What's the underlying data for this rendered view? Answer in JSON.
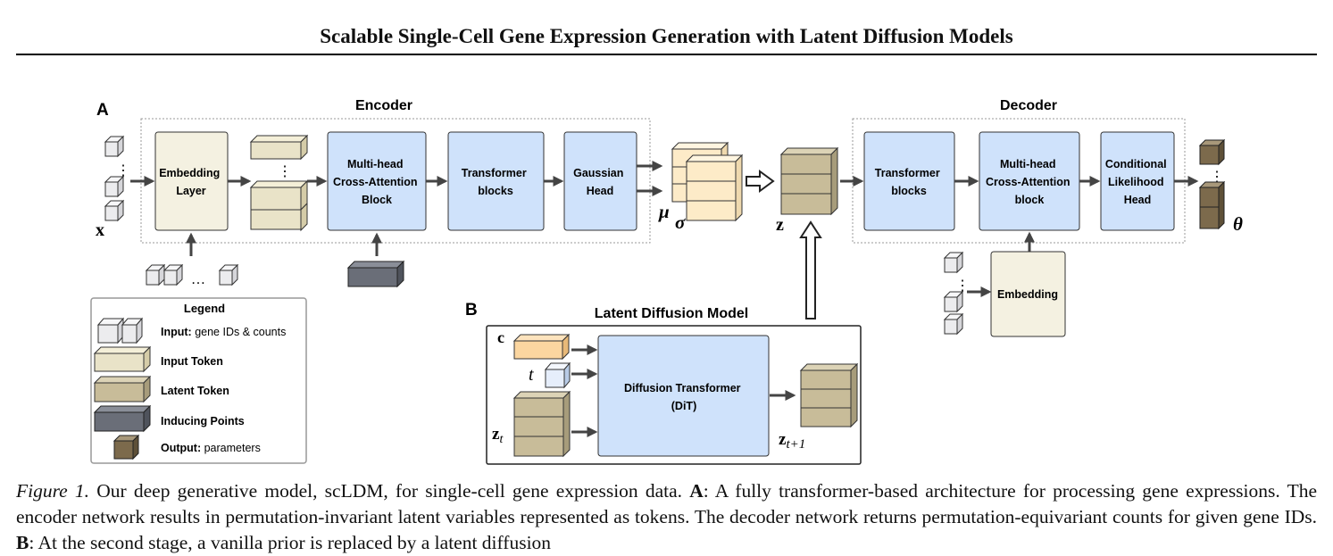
{
  "header": {
    "title": "Scalable Single-Cell Gene Expression Generation with Latent Diffusion Models"
  },
  "figure": {
    "panel_a": {
      "label": "A",
      "encoder_title": "Encoder",
      "decoder_title": "Decoder",
      "blocks": {
        "embedding_layer": [
          "Embedding",
          "Layer"
        ],
        "cross_attention_enc": [
          "Multi-head",
          "Cross-Attention",
          "Block"
        ],
        "transformer_enc": [
          "Transformer",
          "blocks"
        ],
        "gaussian_head": [
          "Gaussian",
          "Head"
        ],
        "transformer_dec": [
          "Transformer",
          "blocks"
        ],
        "cross_attention_dec": [
          "Multi-head",
          "Cross-Attention",
          "block"
        ],
        "likelihood_head": [
          "Conditional",
          "Likelihood",
          "Head"
        ],
        "embedding": "Embedding"
      },
      "symbols": {
        "x": "x",
        "mu": "μ",
        "sigma": "σ",
        "z": "z",
        "theta": "θ",
        "ellipsis": "…",
        "vdots": "⋮"
      }
    },
    "legend": {
      "title": "Legend",
      "items": [
        {
          "bold": "Input:",
          "text": " gene IDs & counts"
        },
        {
          "bold": "Input Token",
          "text": ""
        },
        {
          "bold": "Latent Token",
          "text": ""
        },
        {
          "bold": "Inducing Points",
          "text": ""
        },
        {
          "bold": "Output:",
          "text": " parameters"
        }
      ]
    },
    "panel_b": {
      "label": "B",
      "title": "Latent Diffusion Model",
      "dit": [
        "Diffusion Transformer",
        "(DiT)"
      ],
      "symbols": {
        "c": "c",
        "t": "t",
        "zt": "z",
        "zt_sub": "t",
        "zt1": "z",
        "zt1_sub": "t+1"
      }
    },
    "colors": {
      "block_blue": "#cfe2fb",
      "block_cream": "#f4f1e1",
      "input_token": "#e9e3c8",
      "latent_token": "#c8bc99",
      "inducing": "#6a6e78",
      "output": "#7c6a4c",
      "mu_sigma": "#fdebc8",
      "cond": "#fbd6a0",
      "cube": "#ececee"
    }
  },
  "caption": {
    "fig_label": "Figure 1.",
    "text1": " Our deep generative model, scLDM, for single-cell gene expression data. ",
    "a": "A",
    "text2": ": A fully transformer-based architecture for processing gene expressions. The encoder network results in permutation-invariant latent variables represented as tokens. The decoder network returns permutation-equivariant counts for given gene IDs. ",
    "b": "B",
    "text3": ": At the second stage, a vanilla prior is replaced by a latent diffusion"
  }
}
